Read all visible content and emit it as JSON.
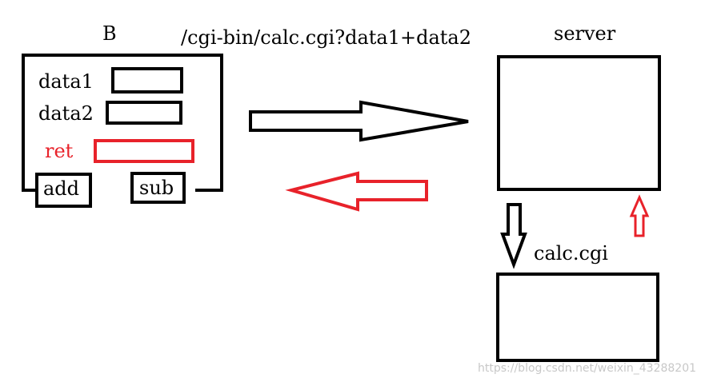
{
  "client": {
    "title": "B",
    "fields": [
      {
        "label": "data1"
      },
      {
        "label": "data2"
      },
      {
        "label": "ret"
      }
    ],
    "buttons": [
      {
        "label": "add"
      },
      {
        "label": "sub"
      }
    ]
  },
  "request": {
    "url": "/cgi-bin/calc.cgi?data1+data2"
  },
  "server": {
    "label": "server"
  },
  "cgi": {
    "label": "calc.cgi"
  },
  "watermark": "https://blog.csdn.net/weixin_43288201",
  "colors": {
    "stroke": "#000000",
    "response": "#e8222a"
  }
}
